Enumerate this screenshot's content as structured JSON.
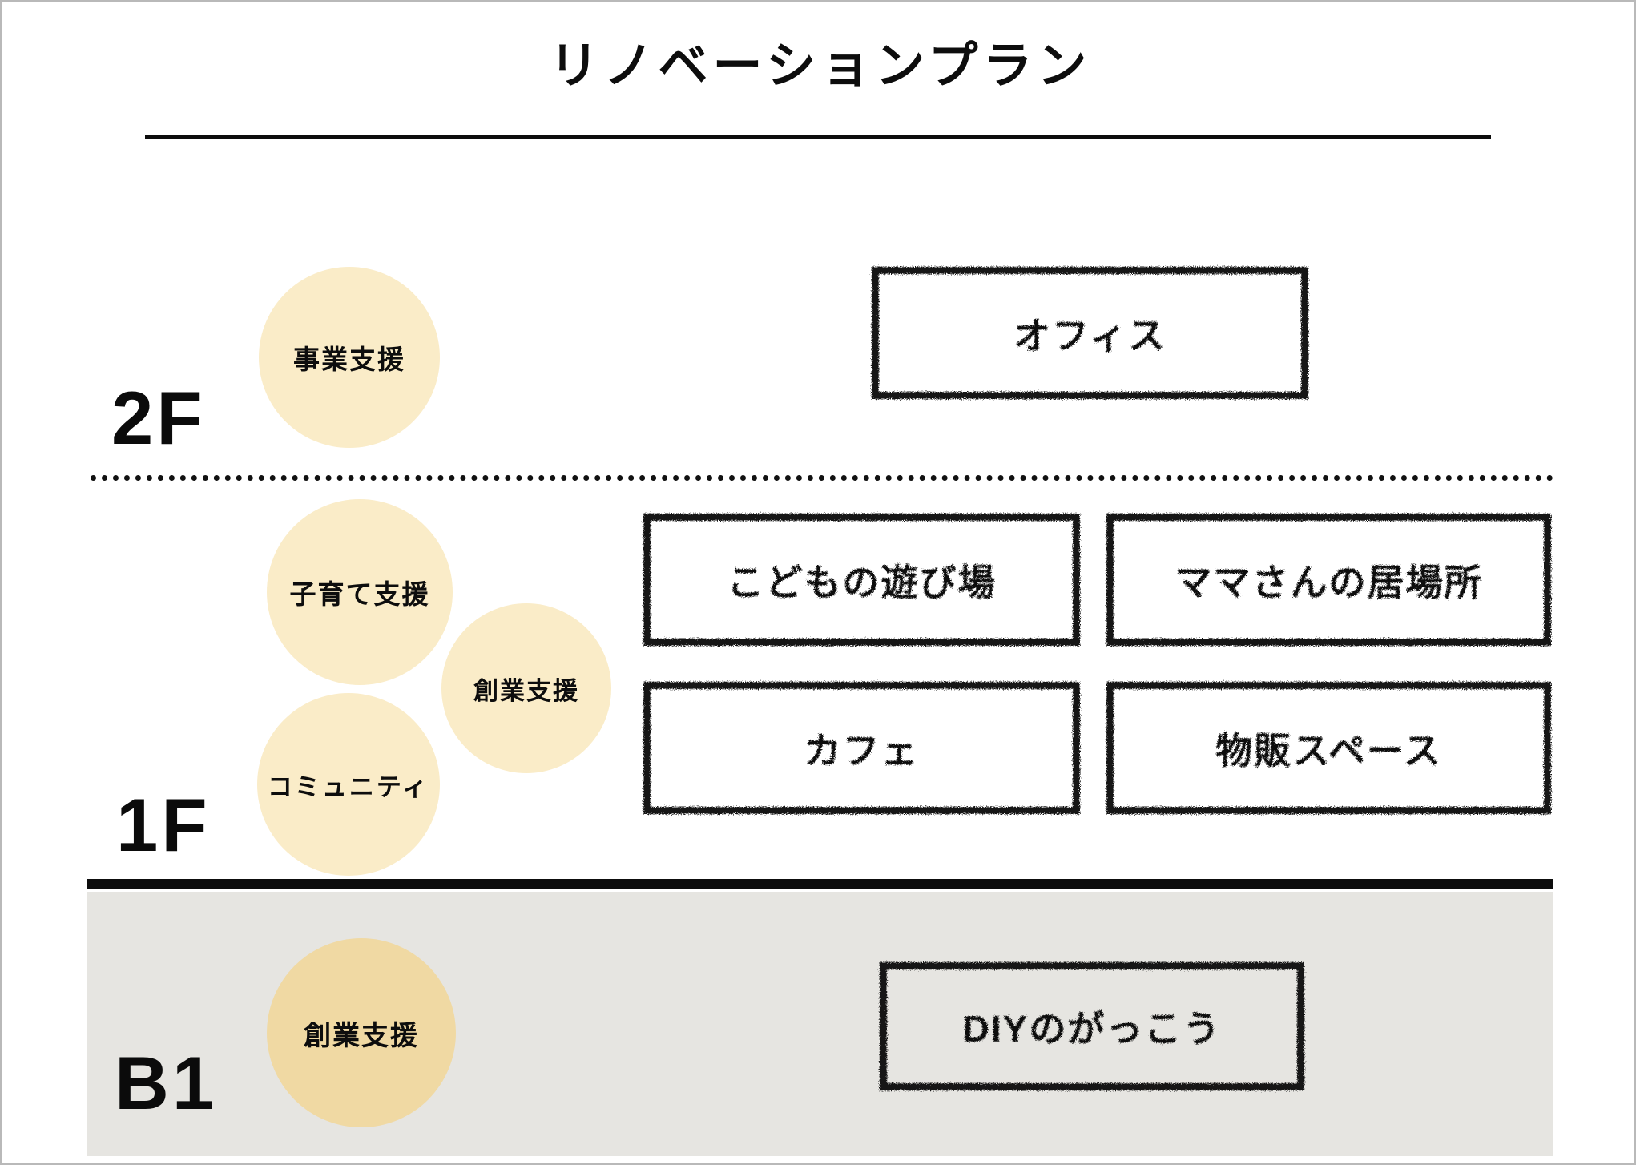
{
  "slide": {
    "title": "リノベーションプラン",
    "background_color": "#ffffff",
    "accent_circle_color": "#faecc8",
    "accent_circle_color_dark": "#f0d9a3",
    "basement_band_color": "#e6e5e1",
    "line_color": "#0d0d0d"
  },
  "floors": [
    {
      "id": "2f",
      "label": "2F",
      "circles": [
        {
          "label": "事業支援"
        }
      ],
      "rooms": [
        {
          "label": "オフィス"
        }
      ]
    },
    {
      "id": "1f",
      "label": "1F",
      "circles": [
        {
          "label": "子育て支援"
        },
        {
          "label": "創業支援"
        },
        {
          "label": "コミュニティ"
        }
      ],
      "rooms": [
        {
          "label": "こどもの遊び場"
        },
        {
          "label": "ママさんの居場所"
        },
        {
          "label": "カフェ"
        },
        {
          "label": "物販スペース"
        }
      ]
    },
    {
      "id": "b1",
      "label": "B1",
      "circles": [
        {
          "label": "創業支援"
        }
      ],
      "rooms": [
        {
          "label": "DIYのがっこう"
        }
      ]
    }
  ]
}
